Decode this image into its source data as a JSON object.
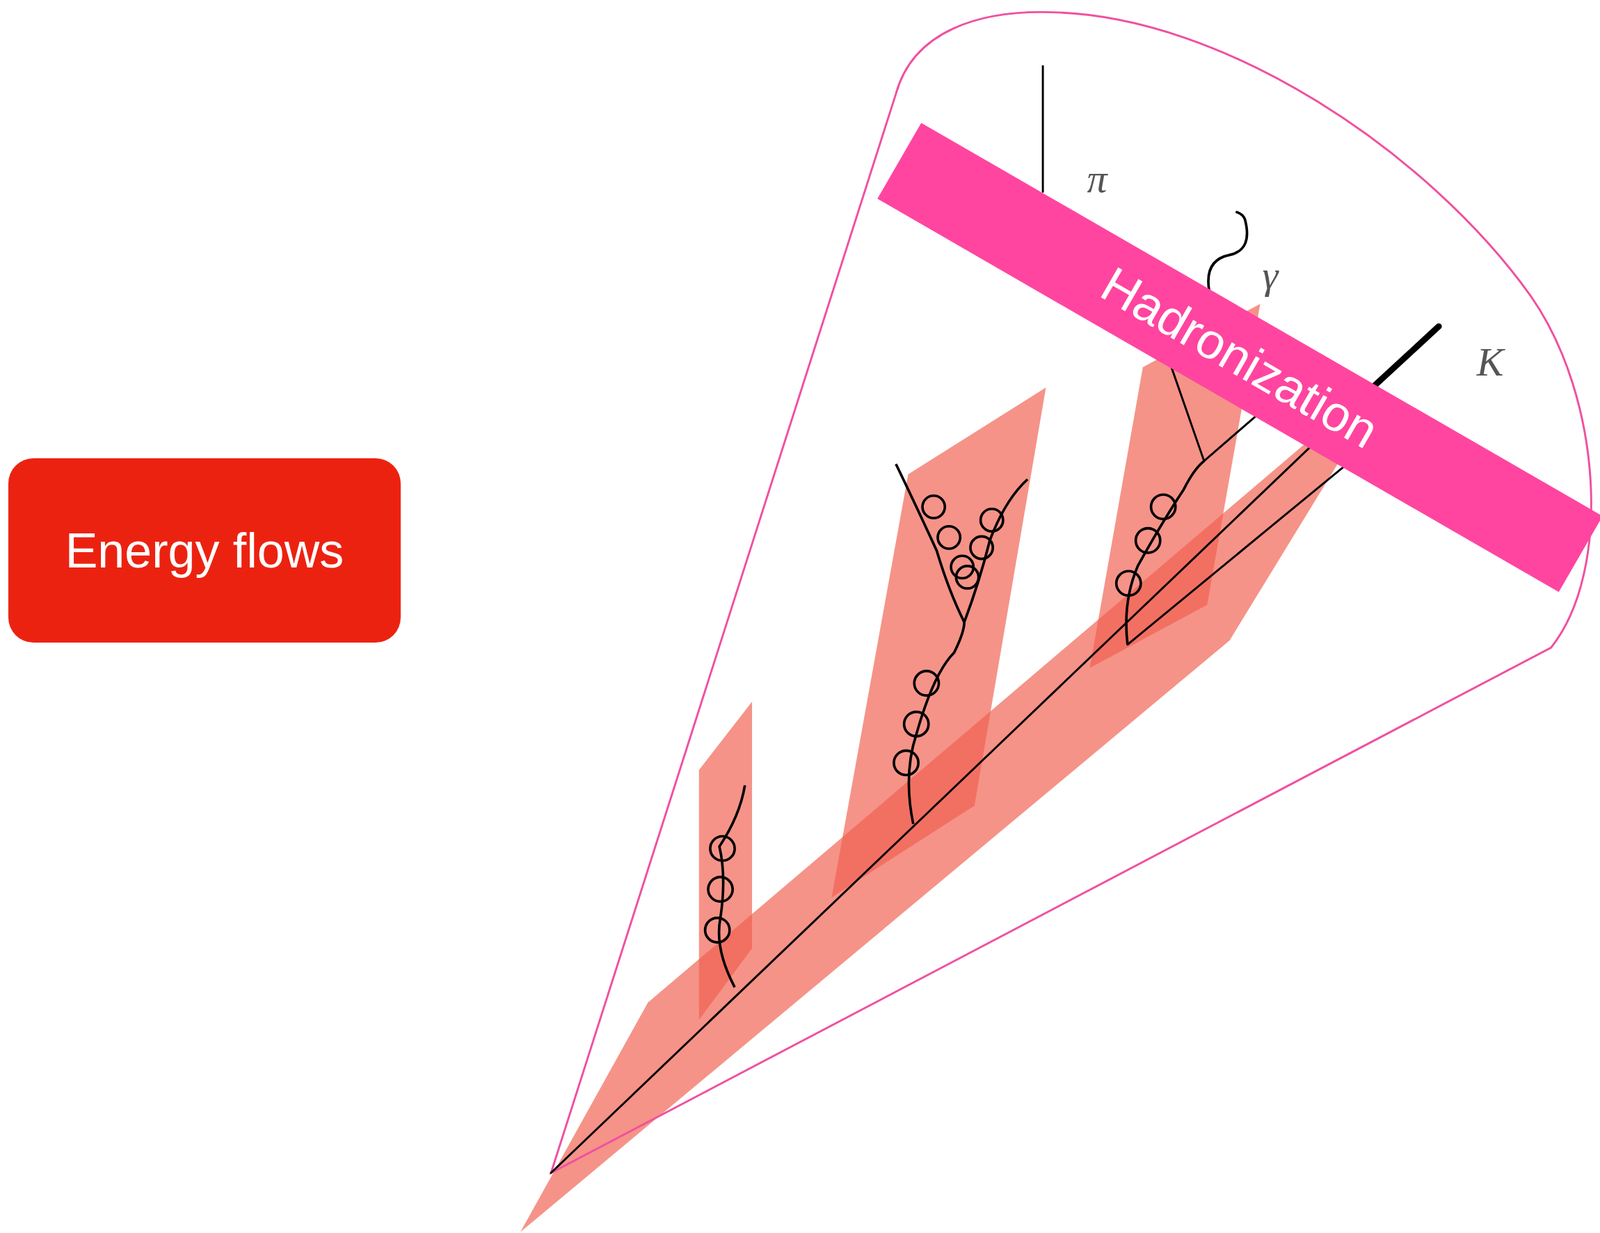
{
  "diagram": {
    "nodes": [
      {
        "text": [
          "Energy flows"
        ]
      },
      {
        "text": [
          "Hadronization"
        ]
      }
    ],
    "labels": [
      "π",
      "γ",
      "K"
    ]
  }
}
